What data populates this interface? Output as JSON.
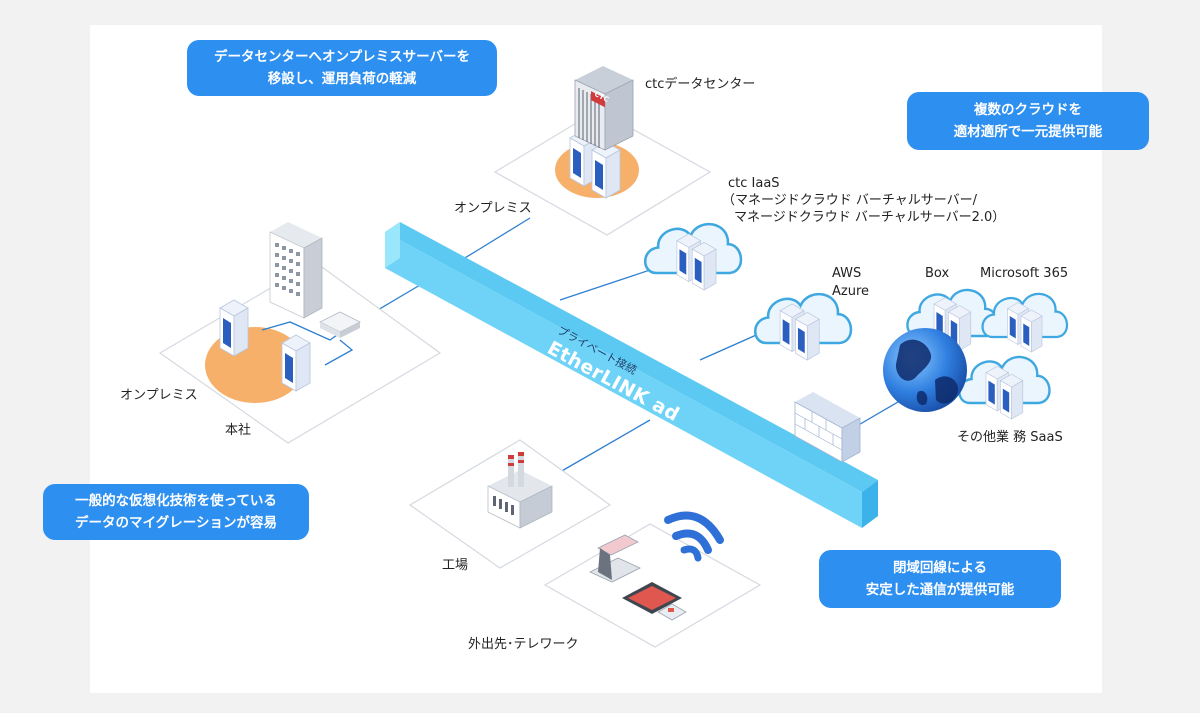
{
  "callouts": {
    "migration": {
      "line1": "データセンターへオンプレミスサーバーを",
      "line2": "移設し、運用負荷の軽減"
    },
    "multicloud": {
      "line1": "複数のクラウドを",
      "line2": "適材適所で一元提供可能"
    },
    "virtualization": {
      "line1": "一般的な仮想化技術を使っている",
      "line2": "データのマイグレーションが容易"
    },
    "closednetwork": {
      "line1": "閉域回線による",
      "line2": "安定した通信が提供可能"
    }
  },
  "labels": {
    "datacenter": "ctcデータセンター",
    "onprem_dc": "オンプレミス",
    "iaas_title": "ctc IaaS",
    "iaas_line1": "（マネージドクラウド バーチャルサーバー/",
    "iaas_line2": "マネージドクラウド バーチャルサーバー2.0）",
    "aws": "AWS",
    "azure": "Azure",
    "box": "Box",
    "microsoft365": "Microsoft 365",
    "other_saas": "その他業 務 SaaS",
    "onprem_hq": "オンプレミス",
    "hq": "本社",
    "factory": "工場",
    "telework": "外出先･テレワーク"
  },
  "bar": {
    "name": "EtherLINK ad",
    "sub": "プライベート接続"
  },
  "rack_logo": "CTC",
  "colors": {
    "callout": "#2d8ff0",
    "bar_light": "#7fe0fb",
    "bar_dark": "#3bb3ea",
    "cloud_outline": "#3fa8e0",
    "orange_base": "#f6b06a",
    "line": "#2e7fd0"
  }
}
